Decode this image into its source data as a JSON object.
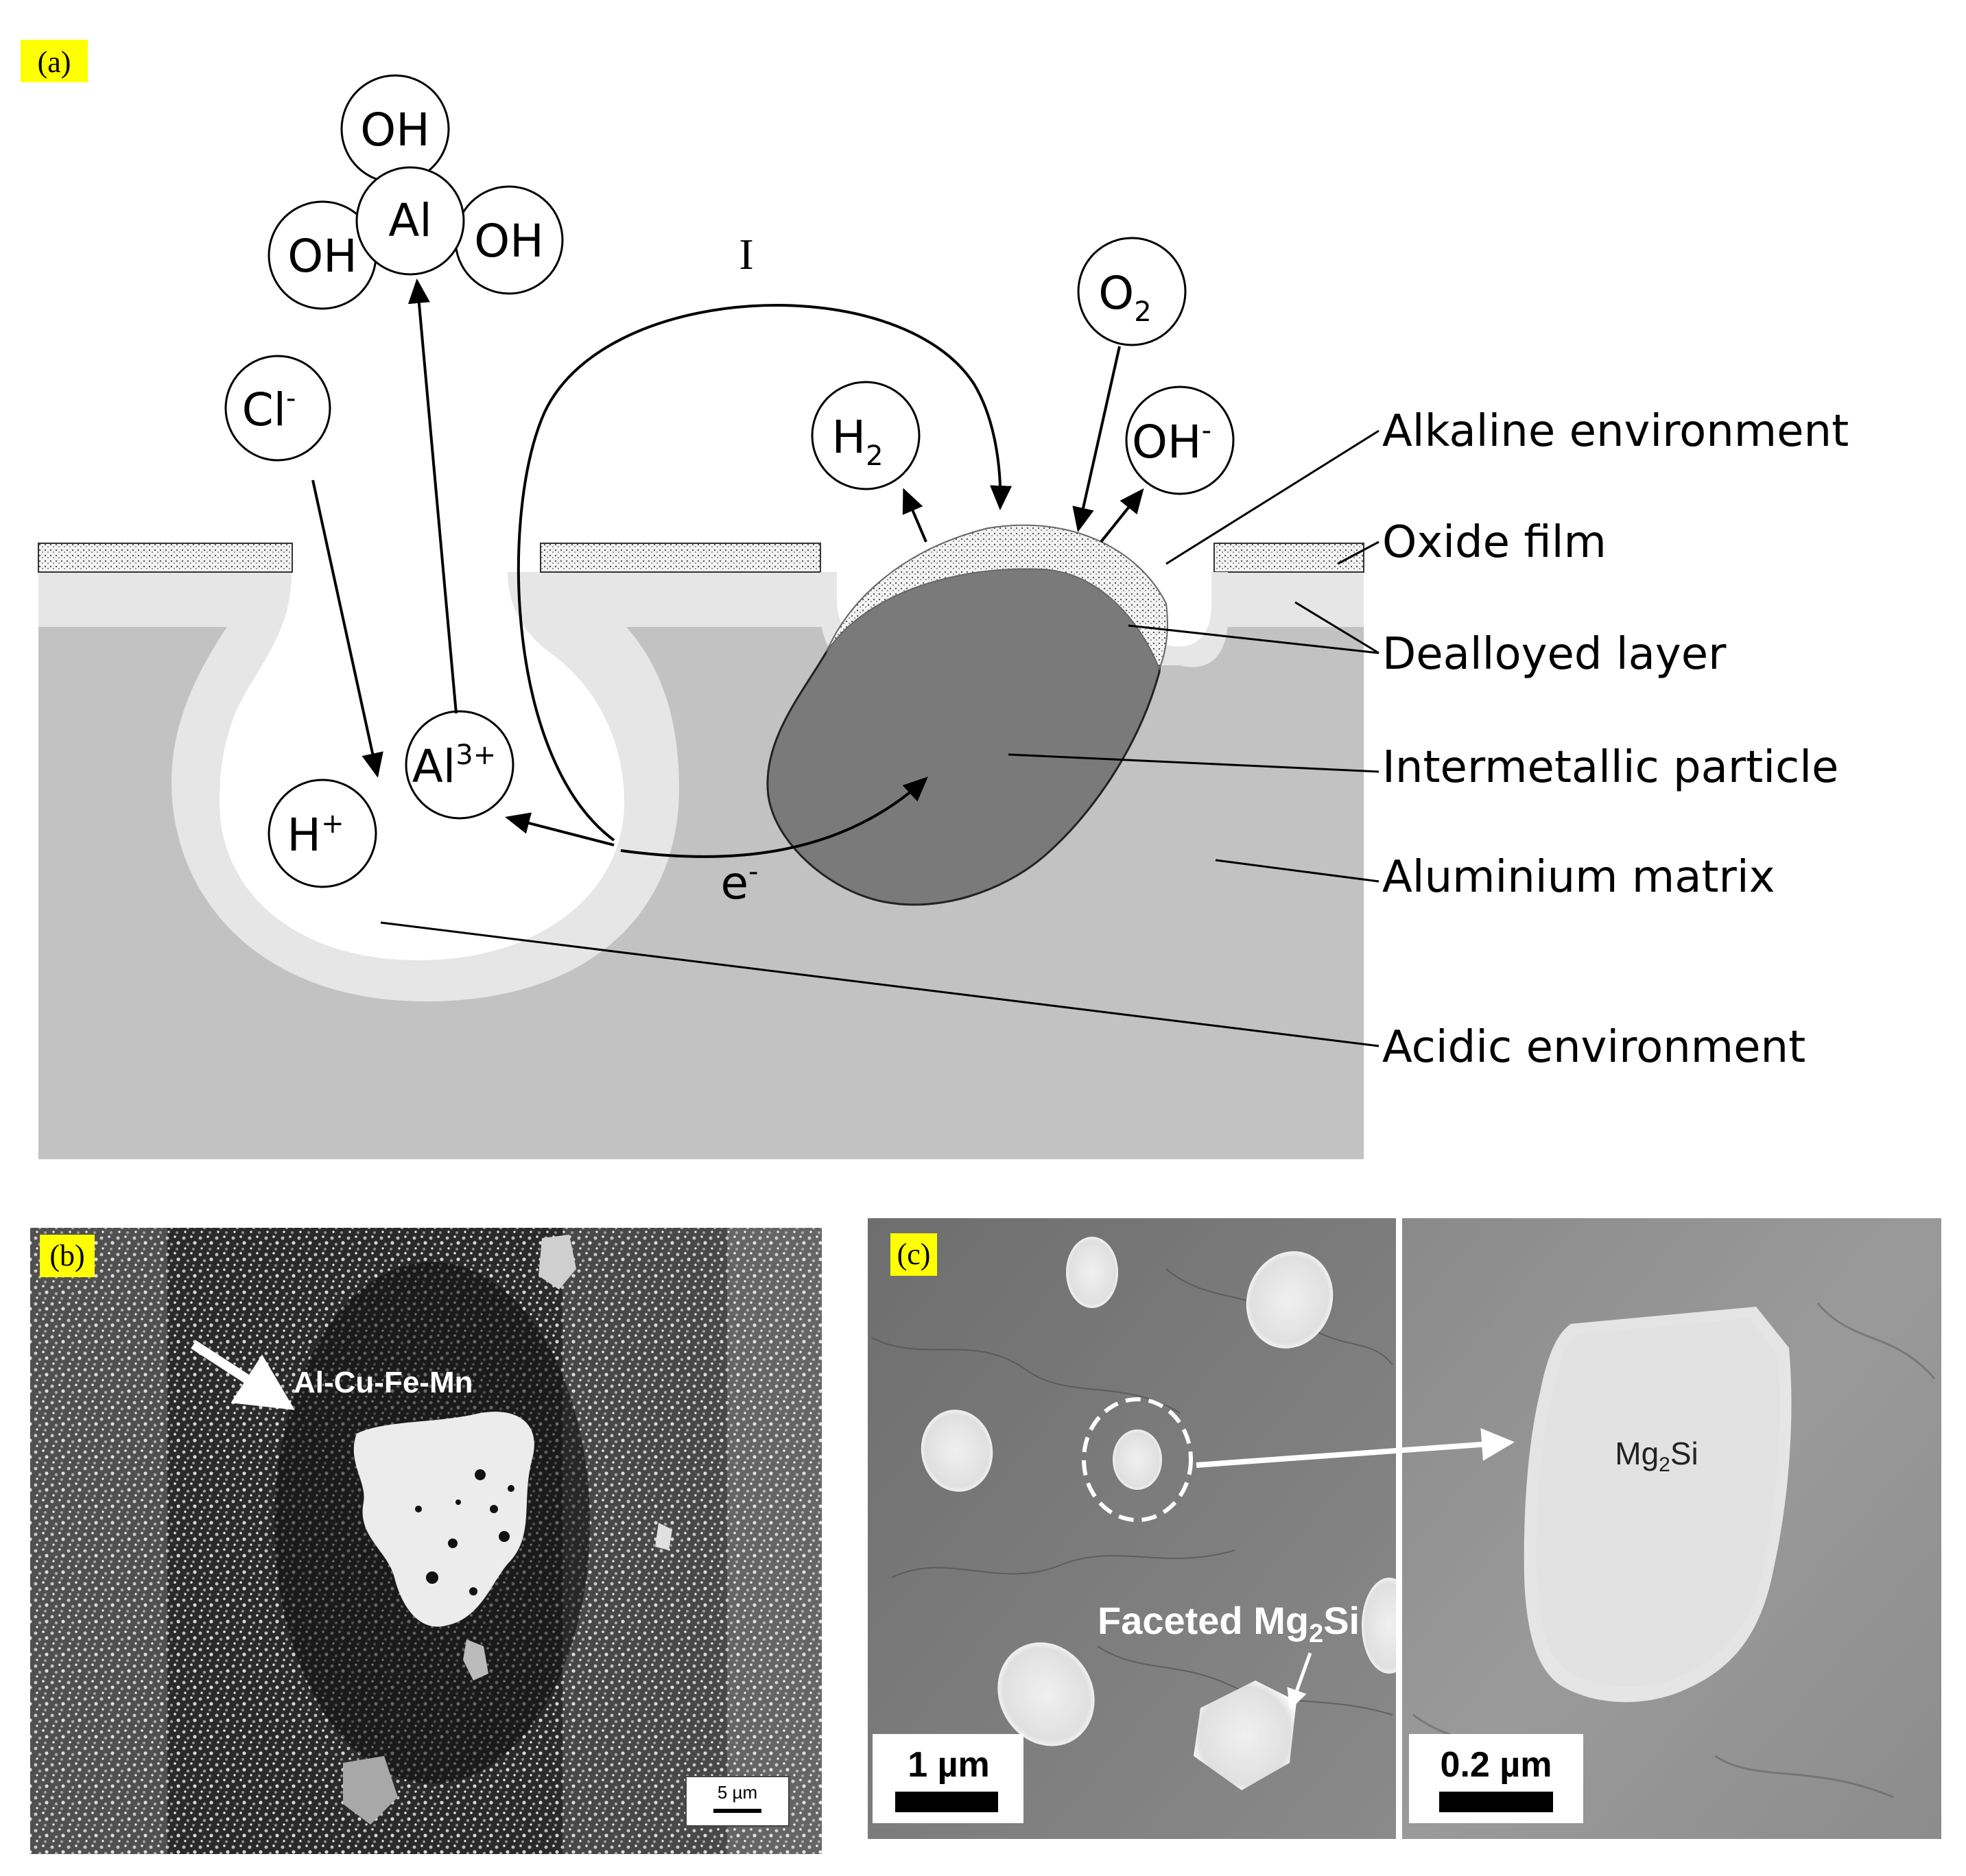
{
  "panel_a": {
    "tag": "(a)",
    "species": {
      "oh_top": "OH",
      "oh_left": "OH",
      "al": "Al",
      "oh_right": "OH",
      "current": "I",
      "o2": "O",
      "o2_sub": "2",
      "h2": "H",
      "h2_sub": "2",
      "oh_minus": "OH",
      "oh_minus_sup": "-",
      "cl": "Cl",
      "cl_sup": "-",
      "al3": "Al",
      "al3_sup": "3+",
      "h_plus": "H",
      "h_plus_sup": "+",
      "electron": "e",
      "electron_sup": "-"
    },
    "labels": {
      "alkaline": "Alkaline environment",
      "oxide": "Oxide film",
      "dealloyed": "Dealloyed layer",
      "intermetallic": "Intermetallic particle",
      "matrix": "Aluminium matrix",
      "acidic": "Acidic environment"
    }
  },
  "panel_b": {
    "tag": "(b)",
    "particle_label": "Al-Cu-Fe-Mn",
    "scale_bar": "5 µm"
  },
  "panel_c": {
    "tag": "(c)",
    "annotation": "Faceted Mg",
    "annotation_sub": "2",
    "annotation_tail": "Si",
    "zoom_label": "Mg",
    "zoom_label_sub": "2",
    "zoom_label_tail": "Si",
    "scale_left": "1 µm",
    "scale_right": "0.2 µm"
  },
  "colors": {
    "tag_highlight": "#ffff00",
    "matrix": "#c4c4c4",
    "dealloyed": "#e6e6e6",
    "particle": "#7a7a7a",
    "oxide": "#9a9a9a"
  }
}
